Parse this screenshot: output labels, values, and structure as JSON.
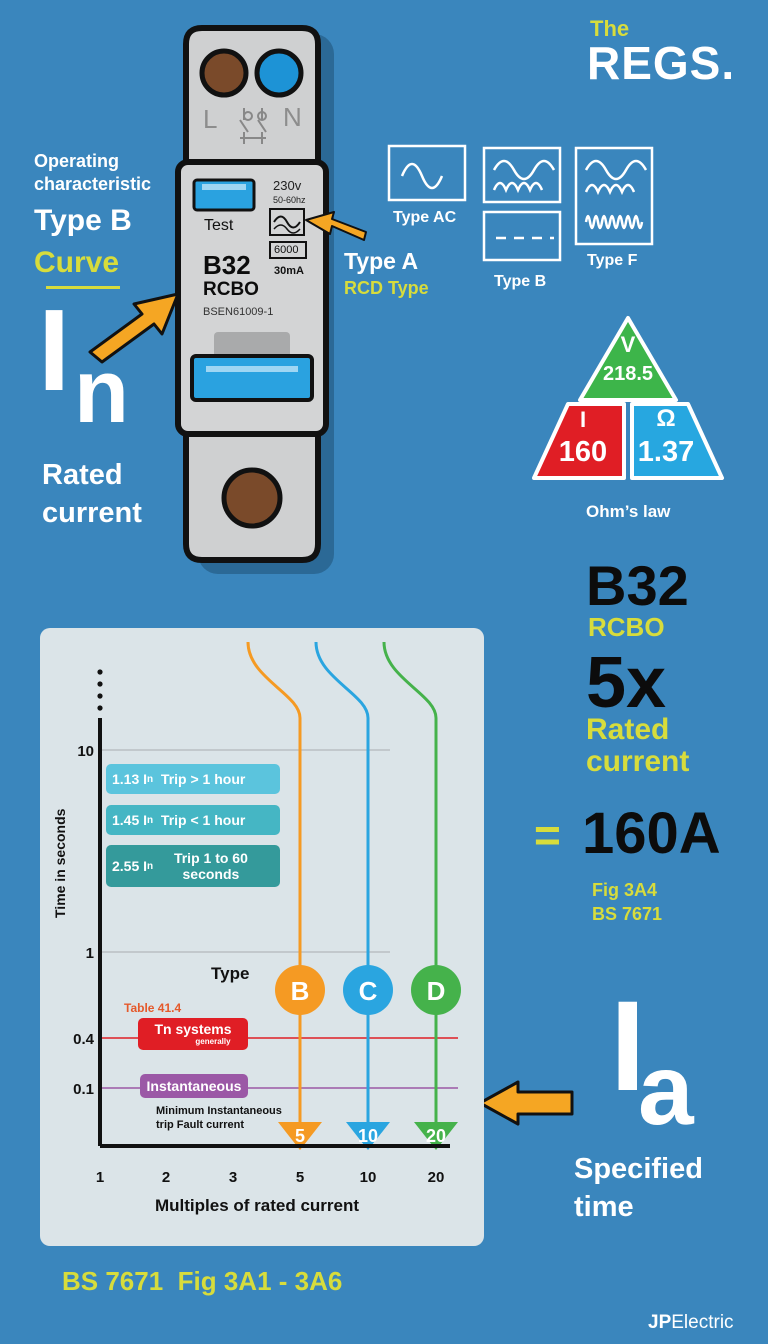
{
  "brand": {
    "the": "The",
    "regs": "REGS.",
    "footer_jp": "JP",
    "footer_electric": "Electric"
  },
  "device": {
    "terminal_l": "L",
    "terminal_n": "N",
    "test_label": "Test",
    "voltage": "230v",
    "freq": "50-60hz",
    "breaking": "6000",
    "sensitivity": "30mA",
    "model": "B32",
    "kind": "RCBO",
    "standard": "BSEN61009-1"
  },
  "left": {
    "operating_line1": "Operating",
    "operating_line2": "characteristic",
    "type_b": "Type B",
    "curve": "Curve",
    "in_I": "I",
    "in_n": "n",
    "rated_line1": "Rated",
    "rated_line2": "current"
  },
  "rcd": {
    "type_a": "Type A",
    "rcd_type": "RCD Type",
    "type_ac": "Type AC",
    "type_b": "Type B",
    "type_f": "Type F"
  },
  "ohms": {
    "v_label": "V",
    "v_value": "218.5",
    "i_label": "I",
    "i_value": "160",
    "r_label": "Ω",
    "r_value": "1.37",
    "caption": "Ohm’s law",
    "colors": {
      "v": "#3db54a",
      "i": "#e01e25",
      "r": "#27a7e0"
    }
  },
  "right": {
    "b32": "B32",
    "rcbo": "RCBO",
    "five_x": "5x",
    "rated1": "Rated",
    "rated2": "current",
    "equals": "=",
    "amps": "160A",
    "fig": "Fig 3A4",
    "bs": "BS 7671",
    "ia_I": "I",
    "ia_a": "a",
    "spec1": "Specified",
    "spec2": "time"
  },
  "footer": {
    "ref": "BS 7671  Fig 3A1 - 3A6"
  },
  "chart_data": {
    "type": "line",
    "ylabel": "Time in seconds",
    "xlabel": "Multiples of rated current",
    "x_ticks": [
      "1",
      "2",
      "3",
      "5",
      "10",
      "20"
    ],
    "y_ticks": [
      "10",
      "1",
      "0.4",
      "0.1"
    ],
    "y_scale": "log",
    "grid": true,
    "type_label": "Type",
    "curves": [
      {
        "name": "B",
        "instantaneous_multiple": "5",
        "color": "#f59a23"
      },
      {
        "name": "C",
        "instantaneous_multiple": "10",
        "color": "#2aa5e0"
      },
      {
        "name": "D",
        "instantaneous_multiple": "20",
        "color": "#45b24b"
      }
    ],
    "trip_notes": [
      {
        "mult": "1.13",
        "sub": "n",
        "text": "Trip > 1 hour",
        "color": "#5bc4dd"
      },
      {
        "mult": "1.45",
        "sub": "n",
        "text": "Trip < 1 hour",
        "color": "#45b6c4"
      },
      {
        "mult": "2.55",
        "sub": "n",
        "text": "Trip 1 to 60 seconds",
        "color": "#349a9b"
      }
    ],
    "reference_lines": [
      {
        "value": 0.4,
        "label": "Tn systems",
        "sublabel": "generally",
        "note": "Table 41.4",
        "color": "#e01e25"
      },
      {
        "value": 0.1,
        "label": "Instantaneous",
        "note_line1": "Minimum Instantaneous",
        "note_line2": "trip Fault current",
        "color": "#9b58a6"
      }
    ]
  }
}
